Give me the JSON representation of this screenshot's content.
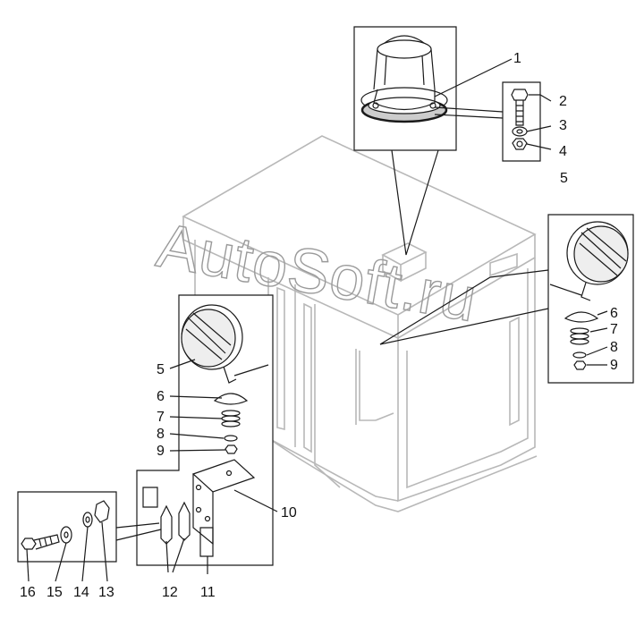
{
  "watermark": "AutoSoft.ru",
  "callouts": {
    "n1": "1",
    "n2": "2",
    "n3": "3",
    "n4": "4",
    "n5_right": "5",
    "n6_right": "6",
    "n7_right": "7",
    "n8_right": "8",
    "n9_right": "9",
    "n5_left": "5",
    "n6_left": "6",
    "n7_left": "7",
    "n8_left": "8",
    "n9_left": "9",
    "n10": "10",
    "n11": "11",
    "n12": "12",
    "n13": "13",
    "n14": "14",
    "n15": "15",
    "n16": "16"
  },
  "colors": {
    "line": "#1a1a1a",
    "cab_line": "#b8b8b8",
    "watermark": "#9a9a9a"
  }
}
